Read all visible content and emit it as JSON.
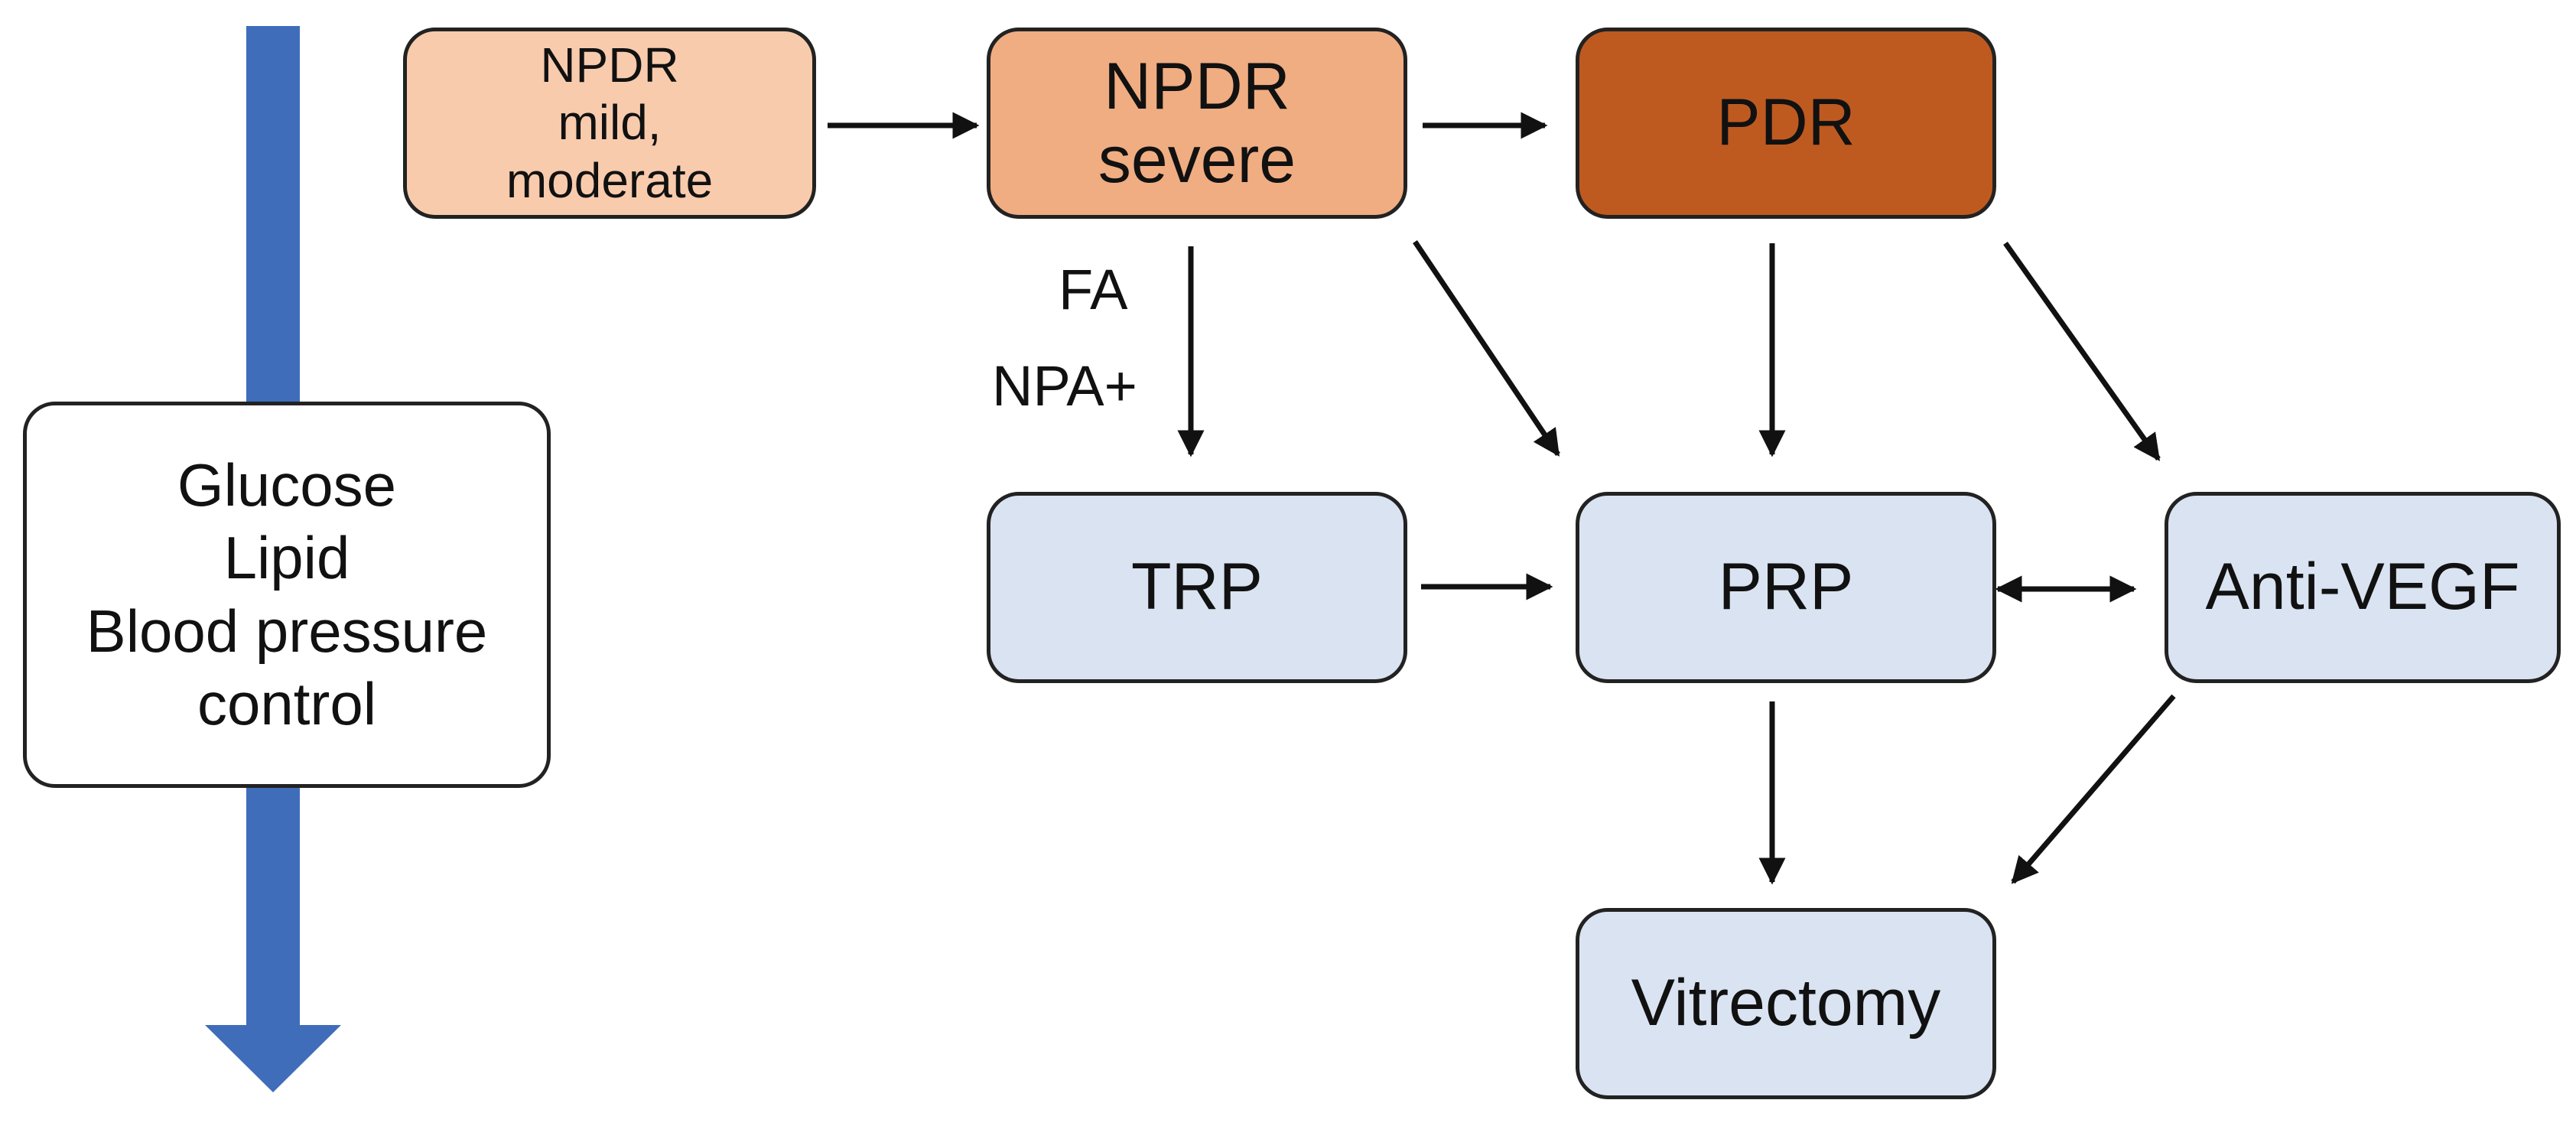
{
  "colors": {
    "stage_mild": "#F8CBAD",
    "stage_severe": "#F0AD82",
    "stage_pdr": "#BE5A20",
    "treatment": "#DAE3F1",
    "control": "#FFFFFF",
    "progress_arrow": "#3F6DBA",
    "stroke": "#222222"
  },
  "stages": {
    "mild_moderate": {
      "line1": "NPDR",
      "line2": "mild,",
      "line3": "moderate"
    },
    "severe": {
      "line1": "NPDR",
      "line2": "severe"
    },
    "pdr": {
      "label": "PDR"
    }
  },
  "treatments": {
    "trp": "TRP",
    "prp": "PRP",
    "anti_vegf": "Anti-VEGF",
    "vitrectomy": "Vitrectomy"
  },
  "control": {
    "line1": "Glucose",
    "line2": "Lipid",
    "line3": "Blood pressure",
    "line4": "control"
  },
  "edge_labels": {
    "fa": "FA",
    "npa": "NPA+"
  },
  "edges": [
    {
      "from": "NPDR mild, moderate",
      "to": "NPDR severe"
    },
    {
      "from": "NPDR severe",
      "to": "PDR"
    },
    {
      "from": "NPDR severe",
      "to": "TRP",
      "label": "FA NPA+"
    },
    {
      "from": "NPDR severe",
      "to": "PRP"
    },
    {
      "from": "PDR",
      "to": "PRP"
    },
    {
      "from": "PDR",
      "to": "Anti-VEGF"
    },
    {
      "from": "TRP",
      "to": "PRP"
    },
    {
      "from": "PRP",
      "to": "Anti-VEGF",
      "bidirectional": true
    },
    {
      "from": "PRP",
      "to": "Vitrectomy"
    },
    {
      "from": "Anti-VEGF",
      "to": "Vitrectomy"
    }
  ]
}
